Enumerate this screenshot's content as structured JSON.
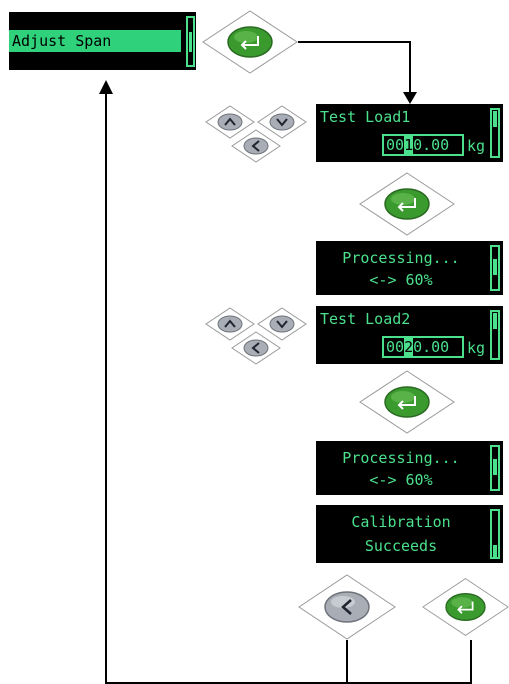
{
  "screens": {
    "adjust_span": {
      "label": "Adjust Span"
    },
    "test_load1": {
      "title": "Test Load1",
      "value_pre": "00",
      "value_cursor": "1",
      "value_post": "0.00",
      "unit": "kg"
    },
    "processing1": {
      "line1": "Processing...",
      "line2": "<-> 60%"
    },
    "test_load2": {
      "title": "Test Load2",
      "value_pre": "00",
      "value_cursor": "2",
      "value_post": "0.00",
      "unit": "kg"
    },
    "processing2": {
      "line1": "Processing...",
      "line2": "<-> 60%"
    },
    "calibration": {
      "line1": "Calibration",
      "line2": "Succeeds"
    }
  },
  "icons": {
    "enter": "enter-key-icon",
    "up": "up-arrow-key-icon",
    "down": "down-arrow-key-icon",
    "left": "left-arrow-key-icon"
  },
  "colors": {
    "lcd_bg": "#000000",
    "lcd_text": "#4be08c",
    "enter_key": "#3a9a2e",
    "nav_key": "#a9adb6"
  }
}
